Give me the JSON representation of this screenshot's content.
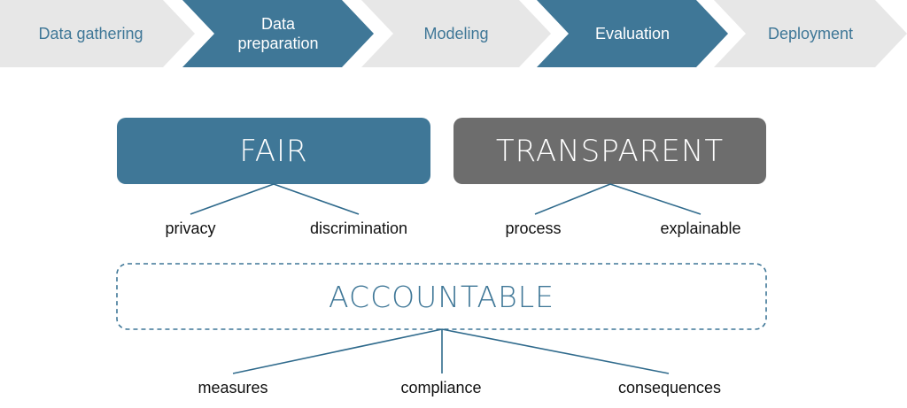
{
  "colors": {
    "accent": "#3f7797",
    "inactive_stage": "#e7e7e7",
    "inactive_text": "#3f7797",
    "active_text": "#ffffff",
    "transparent_box": "#6d6d6d",
    "leaf_text": "#111111",
    "connector": "#2f6a8c"
  },
  "pipeline": {
    "stages": [
      {
        "label": "Data gathering",
        "active": false
      },
      {
        "label": "Data\npreparation",
        "active": true
      },
      {
        "label": "Modeling",
        "active": false
      },
      {
        "label": "Evaluation",
        "active": true
      },
      {
        "label": "Deployment",
        "active": false
      }
    ]
  },
  "principles": {
    "fair": {
      "title": "FAIR",
      "children": [
        "privacy",
        "discrimination"
      ]
    },
    "transparent": {
      "title": "TRANSPARENT",
      "children": [
        "process",
        "explainable"
      ]
    },
    "accountable": {
      "title": "ACCOUNTABLE",
      "children": [
        "measures",
        "compliance",
        "consequences"
      ]
    }
  }
}
